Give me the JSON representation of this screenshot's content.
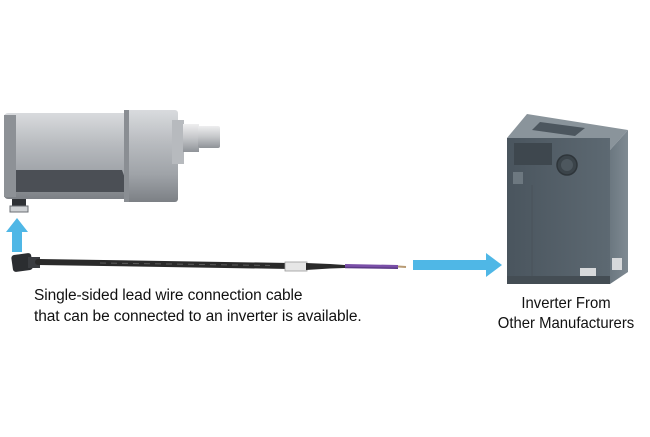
{
  "caption": {
    "line1": "Single-sided lead wire connection cable",
    "line2": "that can be connected to an inverter is available."
  },
  "inverter": {
    "line1": "Inverter From",
    "line2": "Other Manufacturers"
  },
  "colors": {
    "arrow": "#4fb7e6",
    "cable": "#2a2a2a",
    "cable_conductors": "#7a4fa8",
    "motor_body": "#a9acb0",
    "inverter_body": "#56626b"
  },
  "icons": [
    "gearmotor-image",
    "cable-image",
    "inverter-image",
    "arrow-up-icon",
    "arrow-right-icon"
  ]
}
